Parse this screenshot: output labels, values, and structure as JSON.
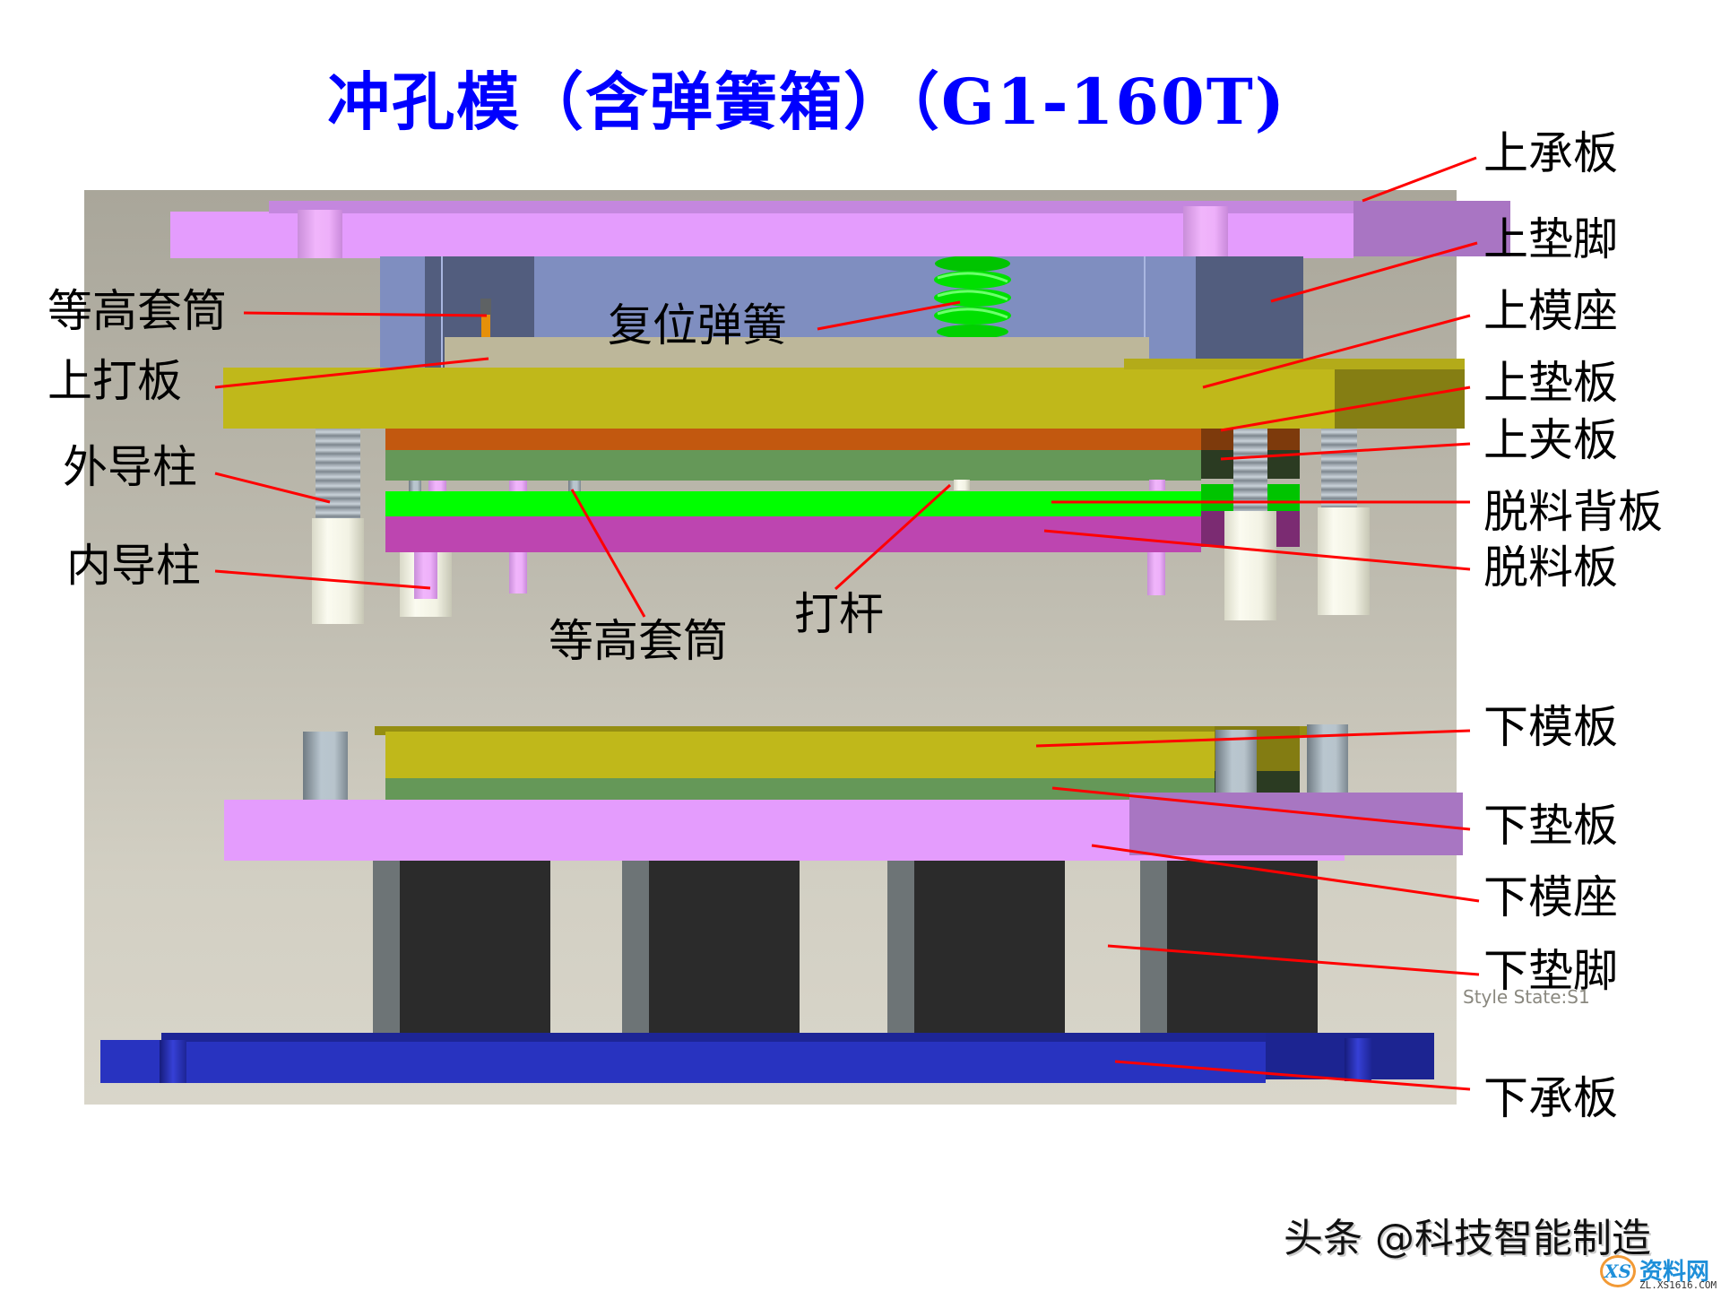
{
  "title": "冲孔模（含弹簧箱）（G1-160T)",
  "viewport": {
    "style_state_text": "Style State:S1"
  },
  "colors": {
    "title": "#0000ff",
    "leader_line": "#ff0000",
    "upper_bearing_plate": "#e49cfd",
    "upper_pad_foot": "#7f8ec0",
    "upper_die_seat": "#c0b81a",
    "upper_backing_plate": "#c2580f",
    "upper_clamp_plate": "#659858",
    "stripper_back_plate": "#00ff00",
    "stripper_plate": "#bd45b0",
    "lower_die_plate": "#c0b81a",
    "lower_backing_plate": "#659858",
    "lower_die_seat": "#e49cfd",
    "lower_pad_foot": "#2b2b2b",
    "lower_bearing_plate": "#2833c0",
    "return_spring": "#00e000"
  },
  "labels": {
    "left": [
      {
        "id": "equal-height-sleeve-top",
        "text": "等高套筒"
      },
      {
        "id": "upper-knockout-plate",
        "text": "上打板"
      },
      {
        "id": "outer-guide-post",
        "text": "外导柱"
      },
      {
        "id": "inner-guide-post",
        "text": "内导柱"
      }
    ],
    "center": [
      {
        "id": "return-spring",
        "text": "复位弹簧"
      },
      {
        "id": "equal-height-sleeve-bottom",
        "text": "等高套筒"
      },
      {
        "id": "knockout-rod",
        "text": "打杆"
      }
    ],
    "right": [
      {
        "id": "upper-bearing-plate",
        "text": "上承板"
      },
      {
        "id": "upper-pad-foot",
        "text": "上垫脚"
      },
      {
        "id": "upper-die-seat",
        "text": "上模座"
      },
      {
        "id": "upper-backing-plate",
        "text": "上垫板"
      },
      {
        "id": "upper-clamp-plate",
        "text": "上夹板"
      },
      {
        "id": "stripper-back-plate",
        "text": "脱料背板"
      },
      {
        "id": "stripper-plate",
        "text": "脱料板"
      },
      {
        "id": "lower-die-plate",
        "text": "下模板"
      },
      {
        "id": "lower-backing-plate",
        "text": "下垫板"
      },
      {
        "id": "lower-die-seat",
        "text": "下模座"
      },
      {
        "id": "lower-pad-foot",
        "text": "下垫脚"
      },
      {
        "id": "lower-bearing-plate",
        "text": "下承板"
      }
    ]
  },
  "watermark": {
    "text": "头条 @科技智能制造",
    "site_mark": "XS",
    "site_name": "资料网",
    "site_url": "ZL.XS1616.COM"
  }
}
